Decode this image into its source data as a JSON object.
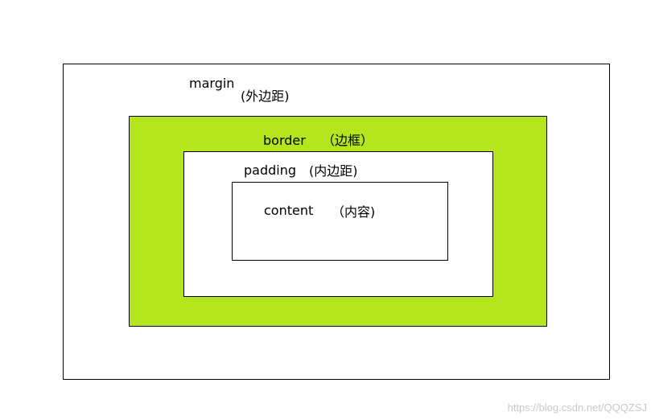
{
  "diagram": {
    "margin": {
      "label": "margin",
      "sublabel": "(外边距)",
      "fill": "#ffffff"
    },
    "border": {
      "label": "border",
      "sublabel": "（边框）",
      "fill": "#b5e61d"
    },
    "padding": {
      "label": "padding",
      "sublabel": "(内边距)",
      "fill": "#ffffff"
    },
    "content": {
      "label": "content",
      "sublabel": "（内容)",
      "fill": "#ffffff"
    }
  },
  "watermark": "https://blog.csdn.net/QQQZSJ"
}
